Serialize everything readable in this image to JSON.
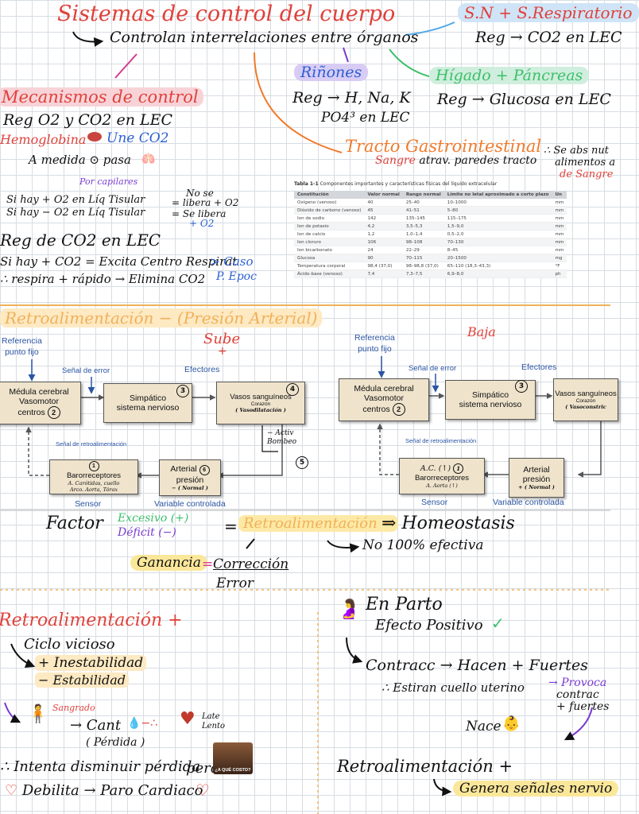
{
  "header": {
    "title": "Sistemas de control del cuerpo",
    "subtitle": "Controlan interrelaciones entre órganos",
    "sn_title": "S.N + S.Respiratorio",
    "sn_text": "Reg → CO2 en LEC"
  },
  "kidneys": {
    "title": "Riñones",
    "line1": "Reg → H, Na, K",
    "line2": "PO4³ en LEC"
  },
  "liver": {
    "title": "Hígado + Páncreas",
    "text": "Reg → Glucosa en LEC"
  },
  "gi": {
    "title": "Tracto Gastrointestinal",
    "text": "Sangre atrav. paredes tracto",
    "side1": "∴ Se abs nut",
    "side2": "alimentos a",
    "side3": "de Sangre"
  },
  "mechanisms": {
    "title": "Mecanismos de control",
    "reg": "Reg O2 y CO2 en LEC",
    "hemo": "Hemoglobina",
    "une": "Une CO2",
    "medida": "A medida ⊙ pasa",
    "capilares": "Por capilares",
    "siO2a": "Si hay + O2 en Líq Tisular",
    "noSe": "No se",
    "libera1": "= libera + O2",
    "siO2b": "Si hay − O2 en Líq Tisular",
    "libera2": "= Se libera",
    "libera3": "+ O2",
    "regCO2": "Reg de CO2 en LEC",
    "siCO2": "Si hay + CO2 = Excita Centro Respirat",
    "respira": "∴ respira + rápido → Elimina CO2",
    "caso": "> Caso",
    "epoc": "P. Epoc"
  },
  "table": {
    "title_bold": "Tabla 1-1",
    "title_rest": " Componentes importantes y características físicas del líquido extracelular",
    "headers": [
      "Constitución",
      "Valor normal",
      "Rango normal",
      "Límite no letal aproximado a corto plazo",
      "Un"
    ],
    "rows": [
      [
        "Oxígeno (venoso)",
        "40",
        "25–40",
        "10–1000",
        "mm"
      ],
      [
        "Dióxido de carbono (venoso)",
        "45",
        "41–51",
        "5–80",
        "mm"
      ],
      [
        "Ion de sodio",
        "142",
        "135–145",
        "115–175",
        "mm"
      ],
      [
        "Ion de potasio",
        "4,2",
        "3,5–5,3",
        "1,5–9,0",
        "mm"
      ],
      [
        "Ion de calcio",
        "1,2",
        "1,0–1,4",
        "0,5–2,0",
        "mm"
      ],
      [
        "Ion cloruro",
        "106",
        "98–108",
        "70–130",
        "mm"
      ],
      [
        "Ion bicarbonato",
        "24",
        "22–29",
        "8–45",
        "mm"
      ],
      [
        "Glucosa",
        "90",
        "70–115",
        "20–1500",
        "mg"
      ],
      [
        "Temperatura corporal",
        "98,4 (37,0)",
        "98–98,8 (37,0)",
        "65–110 (18,3–43,3)",
        "°F"
      ],
      [
        "Ácido-base (venoso)",
        "7,4",
        "7,3–7,5",
        "6,9–8,0",
        "ph"
      ]
    ]
  },
  "retro_neg": {
    "title": "Retroalimentación − (Presión Arterial)",
    "sube": "Sube",
    "baja": "Baja"
  },
  "diagram": {
    "referencia": "Referencia",
    "punto_fijo": "punto fijo",
    "senal_error": "Señal de error",
    "efectores": "Efectores",
    "medula1": "Médula cerebral",
    "medula2": "Vasomotor",
    "medula3": "centros",
    "simp1": "Simpático",
    "simp2": "sistema nervioso",
    "vasos": "Vasos sanguíneos",
    "corazon": "Corazón",
    "vaso_left": "( Vasodilatación )",
    "vaso_right": "( Vasoconstric",
    "senal_retro": "Señal de retroalimentación",
    "baro": "Barorreceptores",
    "baro_left_a": "A. Carótidas, cuello",
    "baro_left_b": "Arco. Aorta, Tórax",
    "baro_right_a": "A.C. (↑)",
    "baro_right_b": "A. Aorta (↑)",
    "arterial": "Arterial",
    "presion": "presión",
    "normal": "− ( Normal )",
    "normal_right": "+ ( Normal )",
    "sensor": "Sensor",
    "variable": "Variable controlada",
    "activ": "− Activ",
    "bombeo": "Bombeo"
  },
  "factor": {
    "factor": "Factor",
    "excesivo": "Excesivo (+)",
    "deficit": "Déficit (−)",
    "retro": "Retroalimentación −",
    "homeo": "⇒ Homeostasis",
    "no100": "No 100% efectiva",
    "ganancia": "Ganancia",
    "correccion": "Corrección",
    "error": "Error"
  },
  "retro_pos": {
    "title": "Retroalimentación +",
    "ciclo": "Ciclo vicioso",
    "inest": "+ Inestabilidad",
    "estab": "− Estabilidad",
    "sangrado": "Sangrado",
    "cant": "→ Cant",
    "perdida": "( Pérdida )",
    "late": "Late",
    "lento": "Lento",
    "intenta": "Intenta disminuir pérdida",
    "pero": "pero",
    "meme": "¿A QUÉ COSTO?",
    "debilita": "Debilita → Paro Cardiaco"
  },
  "parto": {
    "en_parto": "En Parto",
    "efecto": "Efecto Positivo",
    "contracc": "Contracc → Hacen + Fuertes",
    "estiran": "∴ Estiran cuello uterino",
    "provoca1": "→ Provoca",
    "provoca2": "contrac",
    "provoca3": "+ fuertes",
    "nace": "Nace",
    "retro2": "Retroalimentación +",
    "genera": "Genera señales nervio"
  },
  "colors": {
    "red": "#e0413a",
    "orange": "#f07b2c",
    "blue": "#2b5fd1",
    "green": "#3cbf6a",
    "purple": "#7a3bd0",
    "box": "#efe3cc",
    "diagram_blue": "#2a54a3"
  }
}
